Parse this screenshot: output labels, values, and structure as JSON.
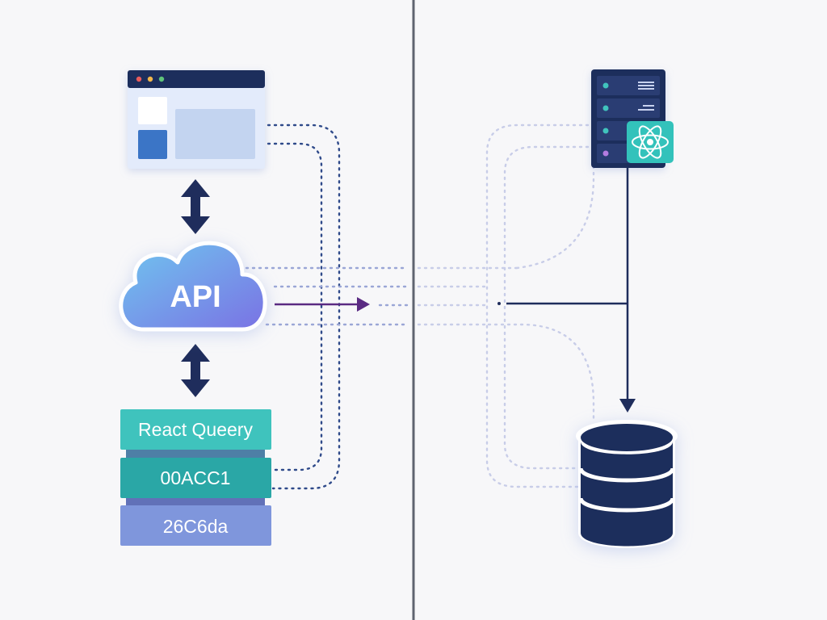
{
  "diagram": {
    "api_label": "API",
    "stack": {
      "top_label": "React Queery",
      "middle_label": "00ACC1",
      "bottom_label": "26C6da"
    },
    "icons": {
      "browser": "browser-window-icon",
      "cloud": "cloud-icon",
      "server": "server-rack-icon",
      "react": "react-atom-icon",
      "database": "database-icon"
    },
    "colors": {
      "background": "#f7f7f9",
      "navy": "#1f2d5c",
      "teal": "#3fc3bd",
      "teal_dark": "#2aa7a6",
      "periwinkle": "#7f96dc",
      "purple_arrow": "#5a2a82",
      "divider": "#5f6470",
      "cloud_start": "#6ec3ef",
      "cloud_end": "#7b76e6"
    }
  }
}
